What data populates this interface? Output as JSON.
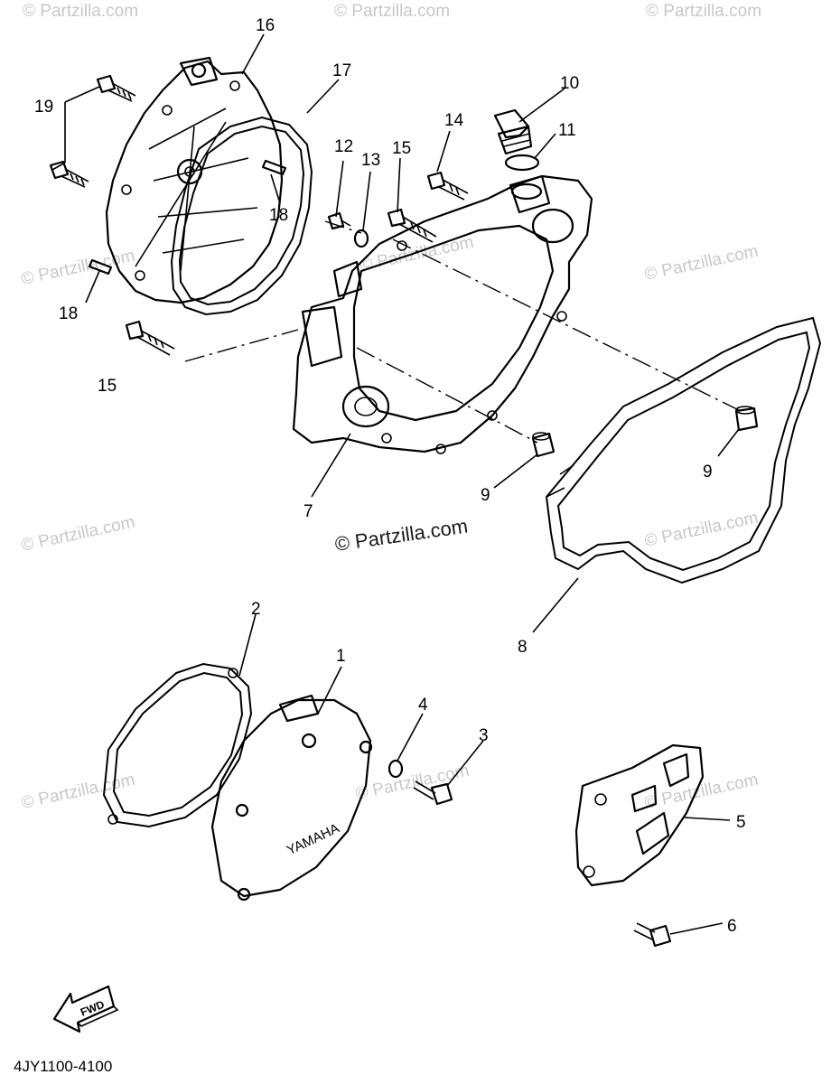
{
  "watermark": "© Partzilla.com",
  "callouts": {
    "p1": "1",
    "p2": "2",
    "p3": "3",
    "p4": "4",
    "p5": "5",
    "p6": "6",
    "p7": "7",
    "p8": "8",
    "p9a": "9",
    "p9b": "9",
    "p10": "10",
    "p11": "11",
    "p12": "12",
    "p13": "13",
    "p14": "14",
    "p15a": "15",
    "p15b": "15",
    "p16": "16",
    "p17": "17",
    "p18a": "18",
    "p18b": "18",
    "p19": "19"
  },
  "cover_brand": "YAMAHA",
  "fwd_label": "FWD",
  "diagram_code": "4JY1100-4100"
}
